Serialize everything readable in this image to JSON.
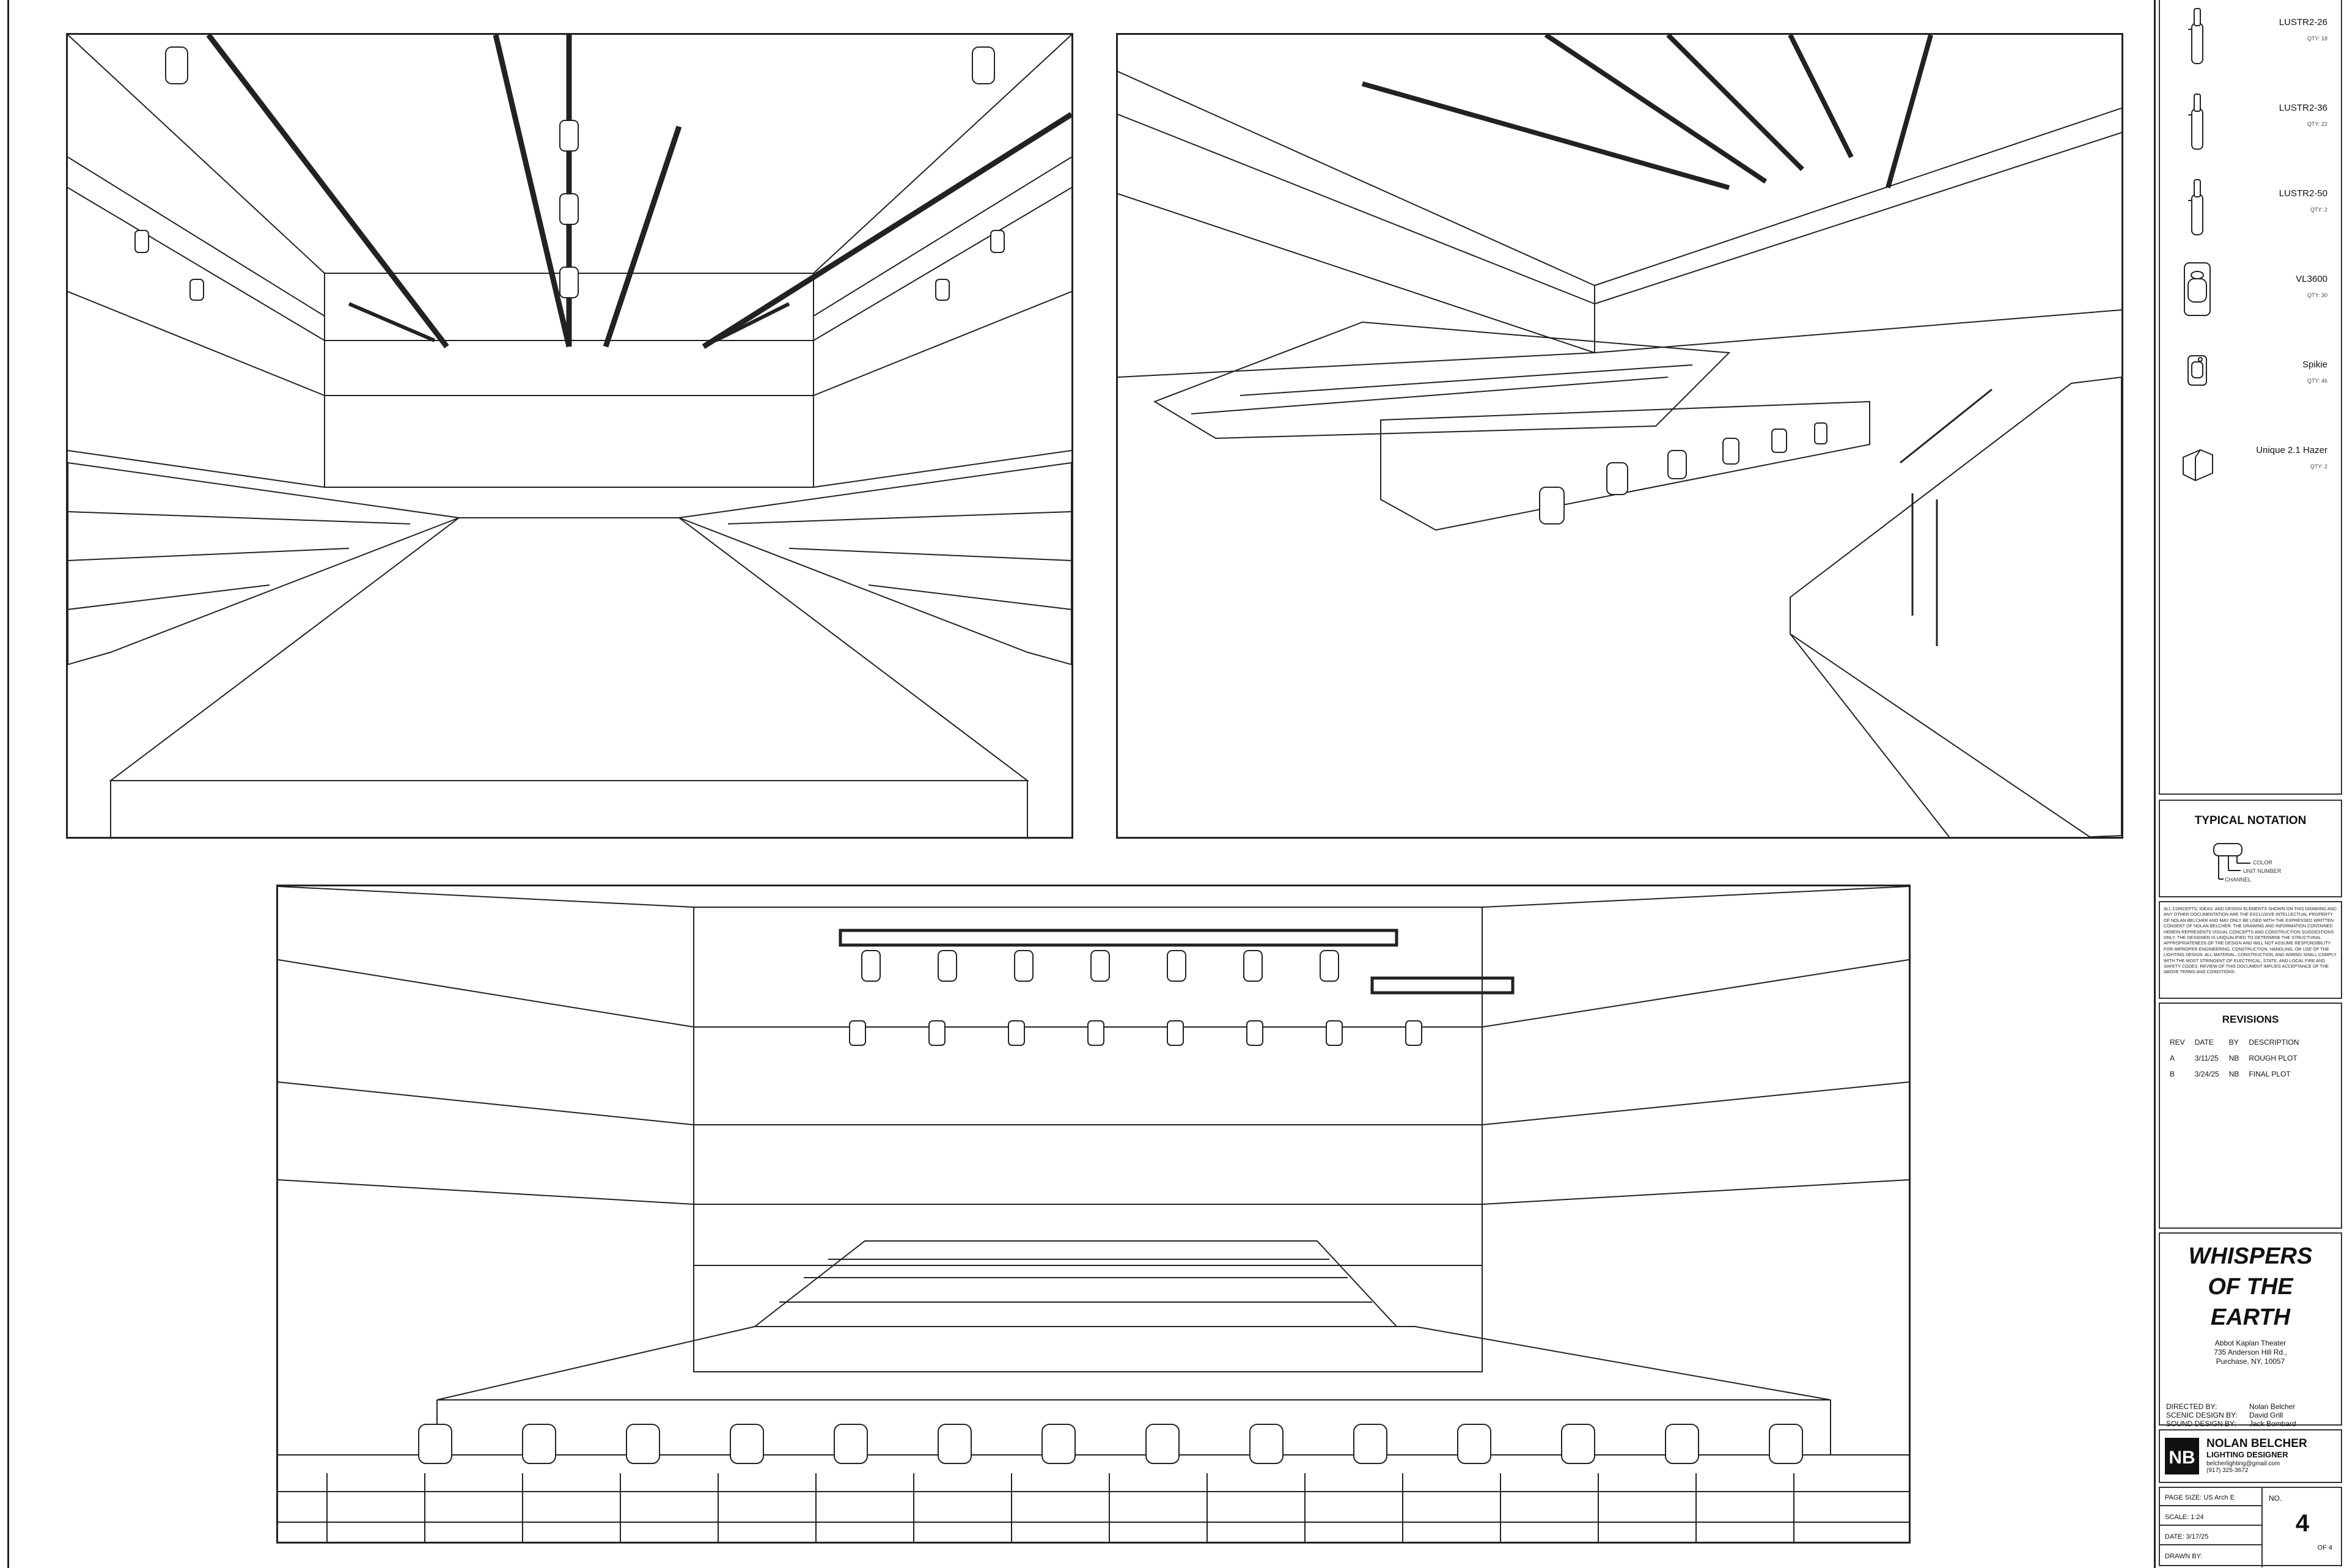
{
  "legend": [
    {
      "name": "LUSTR2-26",
      "qty": "QTY: 18",
      "icon": "ellipsoidal-icon"
    },
    {
      "name": "LUSTR2-36",
      "qty": "QTY: 22",
      "icon": "ellipsoidal-icon"
    },
    {
      "name": "LUSTR2-50",
      "qty": "QTY: 2",
      "icon": "ellipsoidal-icon"
    },
    {
      "name": "VL3600",
      "qty": "QTY: 30",
      "icon": "moving-head-icon"
    },
    {
      "name": "Spikie",
      "qty": "QTY: 46",
      "icon": "spikie-icon"
    },
    {
      "name": "Unique 2.1 Hazer",
      "qty": "QTY: 2",
      "icon": "hazer-icon"
    }
  ],
  "notation": {
    "title": "TYPICAL NOTATION",
    "labels": {
      "color": "COLOR",
      "unit_number": "UNIT NUMBER",
      "channel": "CHANNEL"
    }
  },
  "disclaimer": "All concepts, ideas, and design elements shown on this drawing and any other documentation are the exclusive intellectual property of Nolan Belcher and may only be used with the expressed written consent of Nolan Belcher. The drawing and information contained herein represents visual concepts and construction suggestions only. The designer is unqualified to determine the structural appropriateness of the design and will not assume responsibility for improper engineering, construction, handling, or use of the lighting design. All material, construction, and wiring shall comply with the most stringent of electrical, state, and local fire and safety codes. Review of this document implies acceptance of the above terms and conditions.",
  "revisions": {
    "title": "REVISIONS",
    "headers": [
      "REV",
      "DATE",
      "BY",
      "DESCRIPTION"
    ],
    "rows": [
      [
        "A",
        "3/11/25",
        "NB",
        "ROUGH PLOT"
      ],
      [
        "B",
        "3/24/25",
        "NB",
        "FINAL PLOT"
      ]
    ]
  },
  "show": {
    "title_lines": [
      "WHISPERS",
      "OF THE",
      "EARTH"
    ],
    "venue_lines": [
      "Abbot Kaplan Theater",
      "735 Anderson Hill Rd.,",
      "Purchase, NY, 10057"
    ]
  },
  "credits": [
    {
      "label": "DIRECTED BY:",
      "name": "Nolan Belcher"
    },
    {
      "label": "SCENIC DESIGN BY:",
      "name": "David Grill"
    },
    {
      "label": "SOUND DESIGN BY:",
      "name": "Jack Bombard"
    }
  ],
  "designer": {
    "name": "NOLAN BELCHER",
    "title": "LIGHTING DESIGNER",
    "email": "belcherlighting@gmail.com",
    "phone": "(917) 325-3672",
    "logo_letters": "NB"
  },
  "sheet_meta": {
    "page_size": "PAGE SIZE: US Arch E",
    "scale": "SCALE: 1:24",
    "date": "DATE: 3/17/25",
    "drawn_by": "DRAWN BY:",
    "no_label": "NO.",
    "number": "4",
    "of": "OF 4"
  }
}
